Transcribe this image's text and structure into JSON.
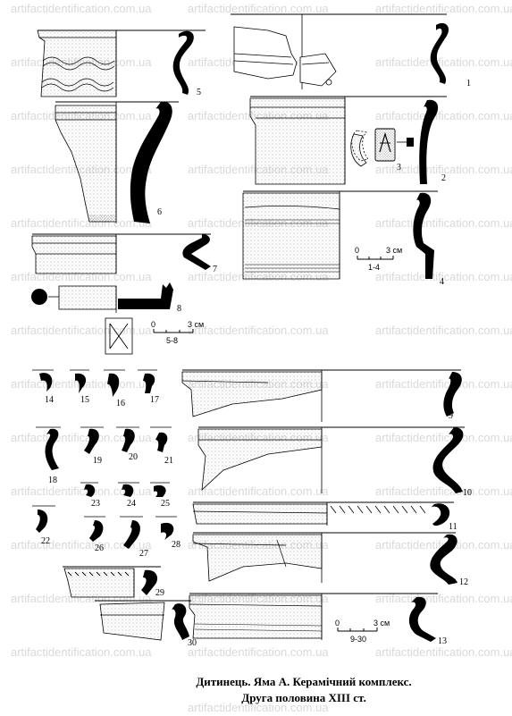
{
  "watermark": "artifactidentification.com.ua",
  "figure_numbers": [
    "1",
    "2",
    "3",
    "4",
    "5",
    "6",
    "7",
    "8",
    "9",
    "10",
    "11",
    "12",
    "13",
    "14",
    "15",
    "16",
    "17",
    "18",
    "19",
    "20",
    "21",
    "22",
    "23",
    "24",
    "25",
    "26",
    "27",
    "28",
    "29",
    "30"
  ],
  "scales": [
    {
      "zero": "0",
      "max": "3 см",
      "range": "1-4"
    },
    {
      "zero": "0",
      "max": "3 см",
      "range": "5-8"
    },
    {
      "zero": "0",
      "max": "3 см",
      "range": "9-30"
    }
  ],
  "caption": {
    "line1": "Дитинець. Яма А. Керамічний комплекс.",
    "line2": "Друга половина XIII ст."
  }
}
